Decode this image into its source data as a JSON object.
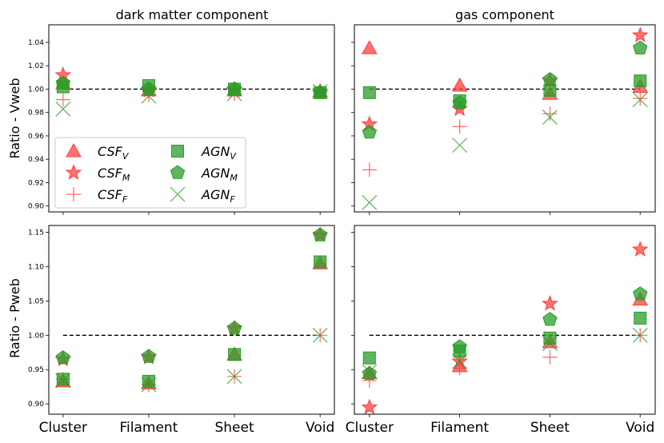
{
  "figure": {
    "column_titles": [
      "dark matter component",
      "gas component"
    ],
    "row_labels": [
      "Ratio - Vweb",
      "Ratio - Pweb"
    ]
  },
  "legend": [
    {
      "base": "CSF",
      "sub": "V",
      "marker": "triangle",
      "color": "#ff4040"
    },
    {
      "base": "CSF",
      "sub": "M",
      "marker": "star",
      "color": "#ff4040"
    },
    {
      "base": "CSF",
      "sub": "F",
      "marker": "plus",
      "color": "#ff4040"
    },
    {
      "base": "AGN",
      "sub": "V",
      "marker": "square",
      "color": "#2a9d2a"
    },
    {
      "base": "AGN",
      "sub": "M",
      "marker": "pentagon",
      "color": "#2a9d2a"
    },
    {
      "base": "AGN",
      "sub": "F",
      "marker": "x",
      "color": "#2a9d2a"
    }
  ],
  "chart_data": [
    {
      "type": "scatter",
      "title": "dark matter component",
      "ylabel": "Ratio - Vweb",
      "categories": [
        "Cluster",
        "Filament",
        "Sheet",
        "Void"
      ],
      "ylim": [
        0.895,
        1.055
      ],
      "yticks": [
        "0.90",
        "0.92",
        "0.94",
        "0.96",
        "0.98",
        "1.00",
        "1.02",
        "1.04"
      ],
      "reference_line": 1.0,
      "series": [
        {
          "name": "CSF_V",
          "values": [
            1.005,
            0.999,
            0.999,
            0.998
          ]
        },
        {
          "name": "CSF_M",
          "values": [
            1.012,
            0.999,
            0.999,
            0.998
          ]
        },
        {
          "name": "CSF_F",
          "values": [
            0.991,
            0.995,
            0.996,
            0.998
          ]
        },
        {
          "name": "AGN_V",
          "values": [
            1.002,
            1.003,
            1.0,
            0.997
          ]
        },
        {
          "name": "AGN_M",
          "values": [
            1.005,
            1.0,
            1.0,
            0.997
          ]
        },
        {
          "name": "AGN_F",
          "values": [
            0.983,
            0.994,
            0.996,
            0.998
          ]
        }
      ]
    },
    {
      "type": "scatter",
      "title": "gas component",
      "ylabel": "",
      "categories": [
        "Cluster",
        "Filament",
        "Sheet",
        "Void"
      ],
      "ylim": [
        0.895,
        1.055
      ],
      "yticks": [
        "0.90",
        "0.92",
        "0.94",
        "0.96",
        "0.98",
        "1.00",
        "1.02",
        "1.04"
      ],
      "reference_line": 1.0,
      "series": [
        {
          "name": "CSF_V",
          "values": [
            1.035,
            1.003,
            0.996,
            1.002
          ]
        },
        {
          "name": "CSF_M",
          "values": [
            0.97,
            0.983,
            1.007,
            1.046
          ]
        },
        {
          "name": "CSF_F",
          "values": [
            0.931,
            0.968,
            0.979,
            0.992
          ]
        },
        {
          "name": "AGN_V",
          "values": [
            0.997,
            0.99,
            0.999,
            1.007
          ]
        },
        {
          "name": "AGN_M",
          "values": [
            0.963,
            0.988,
            1.008,
            1.035
          ]
        },
        {
          "name": "AGN_F",
          "values": [
            0.903,
            0.952,
            0.976,
            0.991
          ]
        }
      ]
    },
    {
      "type": "scatter",
      "title": "",
      "ylabel": "Ratio - Pweb",
      "categories": [
        "Cluster",
        "Filament",
        "Sheet",
        "Void"
      ],
      "ylim": [
        0.885,
        1.16
      ],
      "yticks": [
        "0.90",
        "0.95",
        "1.00",
        "1.05",
        "1.10",
        "1.15"
      ],
      "reference_line": 1.0,
      "series": [
        {
          "name": "CSF_V",
          "values": [
            0.933,
            0.93,
            0.972,
            1.105
          ]
        },
        {
          "name": "CSF_M",
          "values": [
            0.965,
            0.968,
            1.01,
            1.146
          ]
        },
        {
          "name": "CSF_F",
          "values": [
            0.936,
            0.928,
            0.94,
            1.0
          ]
        },
        {
          "name": "AGN_V",
          "values": [
            0.936,
            0.933,
            0.972,
            1.107
          ]
        },
        {
          "name": "AGN_M",
          "values": [
            0.967,
            0.969,
            1.01,
            1.146
          ]
        },
        {
          "name": "AGN_F",
          "values": [
            0.934,
            0.928,
            0.94,
            1.0
          ]
        }
      ]
    },
    {
      "type": "scatter",
      "title": "",
      "ylabel": "",
      "categories": [
        "Cluster",
        "Filament",
        "Sheet",
        "Void"
      ],
      "ylim": [
        0.885,
        1.16
      ],
      "yticks": [
        "0.90",
        "0.95",
        "1.00",
        "1.05",
        "1.10",
        "1.15"
      ],
      "reference_line": 1.0,
      "series": [
        {
          "name": "CSF_V",
          "values": [
            0.945,
            0.955,
            0.99,
            1.052
          ]
        },
        {
          "name": "CSF_M",
          "values": [
            0.895,
            0.962,
            1.046,
            1.125
          ]
        },
        {
          "name": "CSF_F",
          "values": [
            0.934,
            0.952,
            0.968,
            1.0
          ]
        },
        {
          "name": "AGN_V",
          "values": [
            0.967,
            0.977,
            0.996,
            1.025
          ]
        },
        {
          "name": "AGN_M",
          "values": [
            0.944,
            0.983,
            1.023,
            1.06
          ]
        },
        {
          "name": "AGN_F",
          "values": [
            0.947,
            0.962,
            0.988,
            1.0
          ]
        }
      ]
    }
  ]
}
